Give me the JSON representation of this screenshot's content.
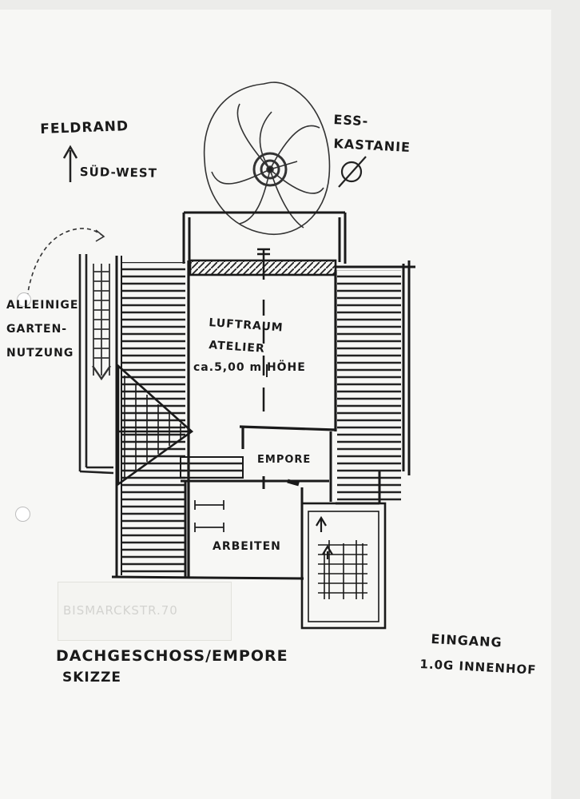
{
  "orientation": {
    "top_label": "FELDRAND",
    "bottom_label": "SÜD-WEST"
  },
  "tree": {
    "name_line1": "ESS-",
    "name_line2": "KASTANIE"
  },
  "garden": {
    "line1": "ALLEINIGE",
    "line2": "GARTEN-",
    "line3": "NUTZUNG"
  },
  "rooms": {
    "luftraum_line1": "LUFTRAUM",
    "luftraum_line2": "ATELIER",
    "luftraum_line3": "ca.5,00 m HÖHE",
    "empore": "EMPORE",
    "arbeiten": "ARBEITEN"
  },
  "entrance": {
    "line1": "EINGANG",
    "line2": "1.0G INNENHOF"
  },
  "title": {
    "line1": "DACHGESCHOSS/EMPORE",
    "line2": "SKIZZE"
  },
  "tape_note": "BISMARCKSTR.70"
}
